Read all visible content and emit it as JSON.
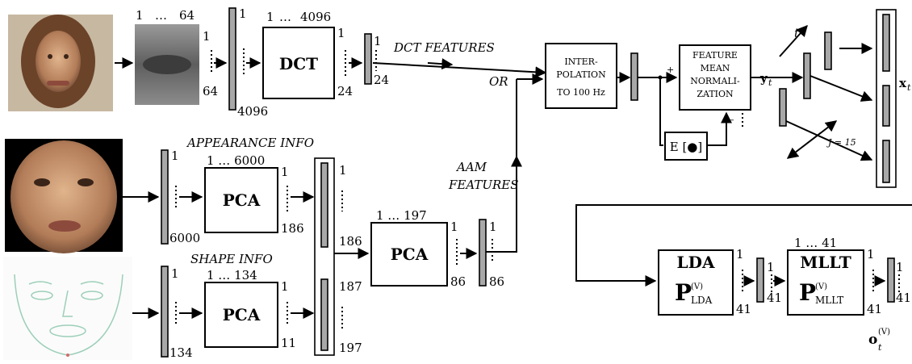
{
  "dct_branch": {
    "crop_range_start": "1",
    "crop_range_end": "64",
    "crop_height_start": "1",
    "crop_height_end": "64",
    "vector_start": "1",
    "vector_end": "4096",
    "dct_range_start": "1",
    "dct_range_end": "4096",
    "dct_label": "DCT",
    "out_start": "1",
    "out_end": "24",
    "out_vec_start": "1",
    "out_vec_end": "24",
    "features_label": "DCT  FEATURES",
    "or_label": "OR"
  },
  "appearance_branch": {
    "title": "APPEARANCE  INFO",
    "vector_start": "1",
    "vector_end": "6000",
    "pca_range": "1  …  6000",
    "pca_label": "PCA",
    "out_start": "1",
    "out_end": "186"
  },
  "shape_branch": {
    "title": "SHAPE  INFO",
    "vector_start": "1",
    "vector_end": "134",
    "pca_range": "1  …  134",
    "pca_label": "PCA",
    "out_start": "1",
    "out_end": "11"
  },
  "concat": {
    "top_start": "1",
    "top_end": "186",
    "bottom_start": "187",
    "bottom_end": "197"
  },
  "aam": {
    "features_line1": "AAM",
    "features_line2": "FEATURES",
    "pca_range": "1  …  197",
    "pca_label": "PCA",
    "out_start": "1",
    "out_end": "86",
    "vec_start": "1",
    "vec_end": "86"
  },
  "interp": {
    "line1": "INTER-",
    "line2": "POLATION",
    "line3": "TO 100 Hz"
  },
  "fmn": {
    "line1": "FEATURE",
    "line2": "MEAN",
    "line3": "NORMALI-",
    "line4": "ZATION",
    "plus": "+",
    "minus": "–",
    "expectation": "E [●]"
  },
  "stacking": {
    "y_label": "y",
    "y_sub": "t",
    "t_label": "t",
    "j_label": "J = 15",
    "x_label": "x",
    "x_sub": "t"
  },
  "lda": {
    "label": "LDA",
    "matrix": "P",
    "matrix_sup": "(V)",
    "matrix_sub": "LDA",
    "in_start": "1",
    "in_end": "41",
    "out_start": "1",
    "out_end": "41"
  },
  "mllt": {
    "label": "MLLT",
    "range": "1  …  41",
    "matrix": "P",
    "matrix_sup": "(V)",
    "matrix_sub": "MLLT",
    "in_start": "1",
    "in_end": "41",
    "out_start": "1",
    "out_end": "41"
  },
  "output": {
    "o_label": "o",
    "o_sub": "t",
    "o_sup": "(V)"
  }
}
